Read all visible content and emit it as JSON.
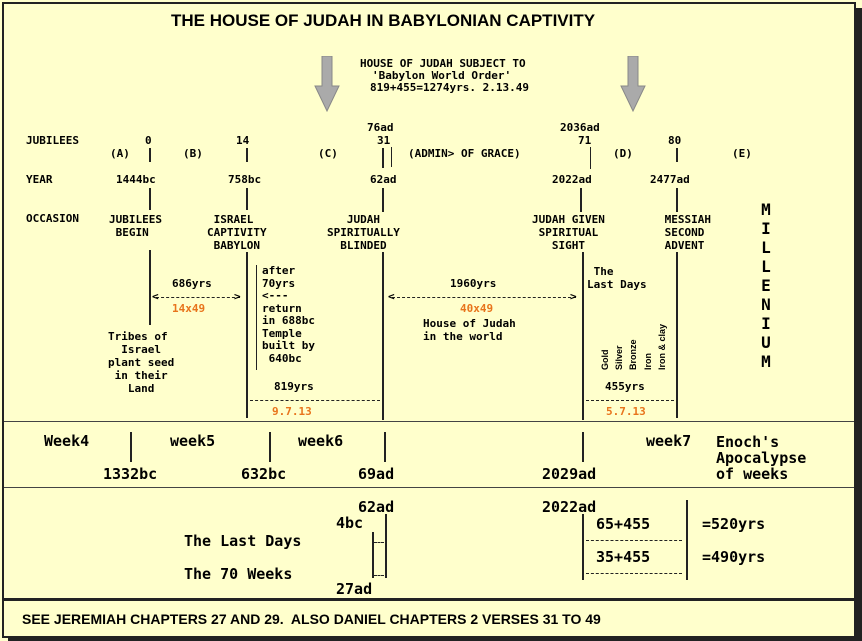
{
  "title": "THE HOUSE OF JUDAH IN BABYLONIAN CAPTIVITY",
  "subject": {
    "line1": "HOUSE OF JUDAH SUBJECT TO",
    "line2": "'Babylon World Order'",
    "line3": "819+455=1274yrs. 2.13.49"
  },
  "row_labels": {
    "jubilees": "JUBILEES",
    "year": "YEAR",
    "occasion": "OCCASION"
  },
  "jubilees": {
    "j0": "0",
    "j14": "14",
    "j31": "31",
    "j76": "76ad",
    "j71": "71",
    "j2036": "2036ad",
    "j80": "80"
  },
  "periods": {
    "a": "(A)",
    "b": "(B)",
    "c": "(C)",
    "admin": "(ADMIN> OF GRACE)",
    "d": "(D)",
    "e": "(E)"
  },
  "years": {
    "y1444": "1444bc",
    "y758": "758bc",
    "y62": "62ad",
    "y2022": "2022ad",
    "y2477": "2477ad"
  },
  "occasions": {
    "o1": "JUBILEES\n BEGIN",
    "o2": " ISRAEL\nCAPTIVITY\n BABYLON",
    "o3": "   JUDAH\nSPIRITUALLY\n  BLINDED",
    "o4": "JUDAH GIVEN\n SPIRITUAL\n   SIGHT",
    "o5": " MESSIAH\n SECOND\n ADVENT"
  },
  "millenium": "MILLENIUM",
  "notes": {
    "yrs686": "686yrs",
    "x1449": "14x49",
    "after": "after\n70yrs\n<---\nreturn\nin 688bc\nTemple\nbuilt by\n 640bc",
    "yrs1960": "1960yrs",
    "x4049": "40x49",
    "house": "House of Judah\nin the world",
    "last_days": " The\nLast Days",
    "tribes": "Tribes of\n  Israel\nplant seed\n in their\n   Land",
    "yrs819": "819yrs",
    "d9713": "9.7.13",
    "yrs455": "455yrs",
    "d5713": "5.7.13"
  },
  "metals": [
    "Gold",
    "Silver",
    "Bronze",
    "Iron",
    "Iron & clay"
  ],
  "weeks": {
    "w4": "Week4",
    "w5": "week5",
    "w6": "week6",
    "w7": "week7",
    "enoch": "Enoch's\nApocalypse\nof weeks",
    "y1332": "1332bc",
    "y632": "632bc",
    "y69": "69ad",
    "y2029": "2029ad"
  },
  "bottom": {
    "y62": "62ad",
    "y2022": "2022ad",
    "y4bc": "4bc",
    "last_days": "The Last Days",
    "seventy": "The 70 Weeks",
    "y27": "27ad",
    "calc1": "65+455",
    "calc2": "35+455",
    "res1": "=520yrs",
    "res2": "=490yrs"
  },
  "footer": "SEE JEREMIAH CHAPTERS 27 AND 29.  ALSO DANIEL CHAPTERS 2 VERSES 31 TO 49"
}
